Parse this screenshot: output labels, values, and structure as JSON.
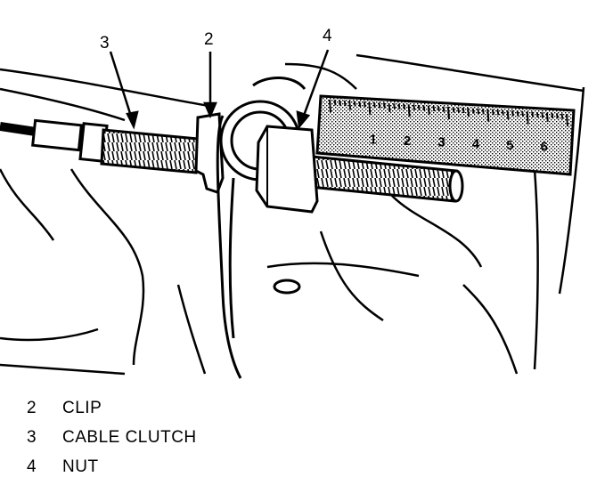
{
  "callouts": [
    "3",
    "2",
    "4"
  ],
  "ruler_numbers": [
    "1",
    "2",
    "3",
    "4",
    "5",
    "6"
  ],
  "legend": [
    {
      "number": "2",
      "label": "CLIP"
    },
    {
      "number": "3",
      "label": "CABLE CLUTCH"
    },
    {
      "number": "4",
      "label": "NUT"
    }
  ]
}
